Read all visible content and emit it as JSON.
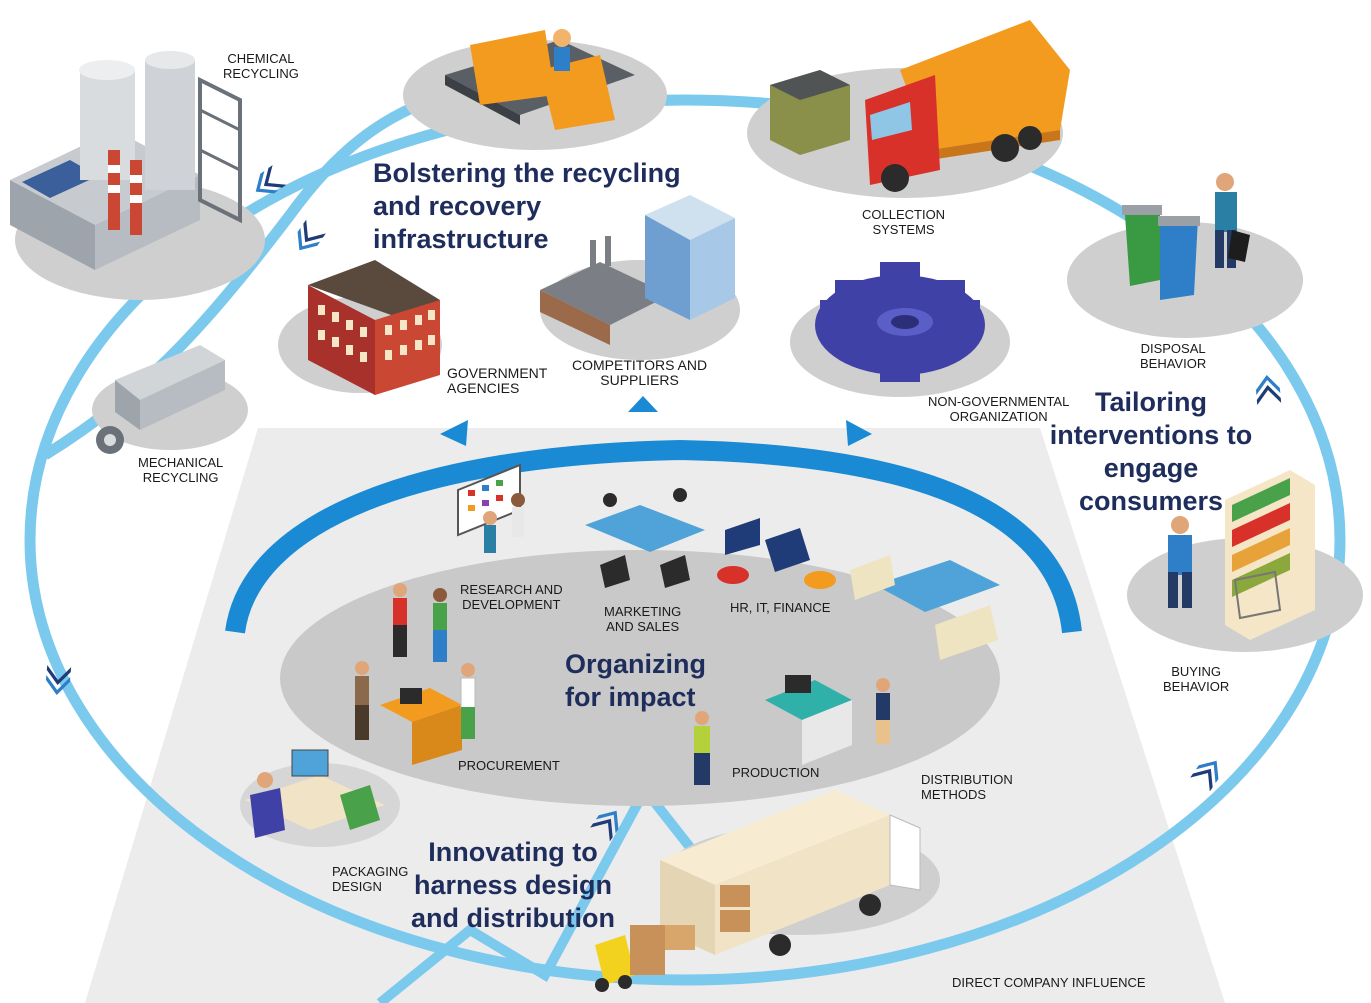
{
  "colors": {
    "loop": "#7cc9ee",
    "inner_arc": "#1a8ad4",
    "chevron_dark": "#1f3c78",
    "heading": "#1f2d5c",
    "platform": "#cfcfcf",
    "ground": "#ececec"
  },
  "headings": {
    "recycling": [
      "Bolstering the recycling",
      "and recovery",
      "infrastructure"
    ],
    "consumers": [
      "Tailoring",
      "interventions to",
      "engage",
      "consumers"
    ],
    "organizing": [
      "Organizing",
      "for impact"
    ],
    "design": [
      "Innovating to",
      "harness design",
      "and distribution"
    ]
  },
  "labels": {
    "chemical_recycling": [
      "CHEMICAL",
      "RECYCLING"
    ],
    "mechanical_recycling": [
      "MECHANICAL",
      "RECYCLING"
    ],
    "collection_systems": [
      "COLLECTION",
      "SYSTEMS"
    ],
    "disposal_behavior": [
      "DISPOSAL",
      "BEHAVIOR"
    ],
    "buying_behavior": [
      "BUYING",
      "BEHAVIOR"
    ],
    "government_agencies": [
      "GOVERNMENT",
      "AGENCIES"
    ],
    "competitors_suppliers": [
      "COMPETITORS AND",
      "SUPPLIERS"
    ],
    "ngo": [
      "NON-GOVERNMENTAL",
      "ORGANIZATION"
    ],
    "research_development": [
      "RESEARCH  AND",
      "DEVELOPMENT"
    ],
    "marketing_sales": [
      "MARKETING",
      "AND SALES"
    ],
    "hr_it_finance": [
      "HR, IT, FINANCE"
    ],
    "procurement": [
      "PROCUREMENT"
    ],
    "production": [
      "PRODUCTION"
    ],
    "distribution_methods": [
      "DISTRIBUTION",
      "METHODS"
    ],
    "packaging_design": [
      "PACKAGING",
      "DESIGN"
    ],
    "direct_influence": [
      "DIRECT COMPANY INFLUENCE"
    ]
  },
  "icons": [
    "chemical-plant-icon",
    "sorting-line-icon",
    "garbage-truck-icon",
    "recycling-bins-icon",
    "supermarket-shelf-icon",
    "delivery-truck-icon",
    "forklift-icon",
    "designer-desk-icon",
    "mechanical-shredder-icon",
    "government-building-icon",
    "factory-office-icon",
    "gear-team-icon",
    "brainstorm-board-icon",
    "meeting-table-icon",
    "lounge-meeting-icon",
    "office-workers-icon",
    "procurement-desk-icon",
    "production-desk-icon",
    "worker-icon"
  ]
}
